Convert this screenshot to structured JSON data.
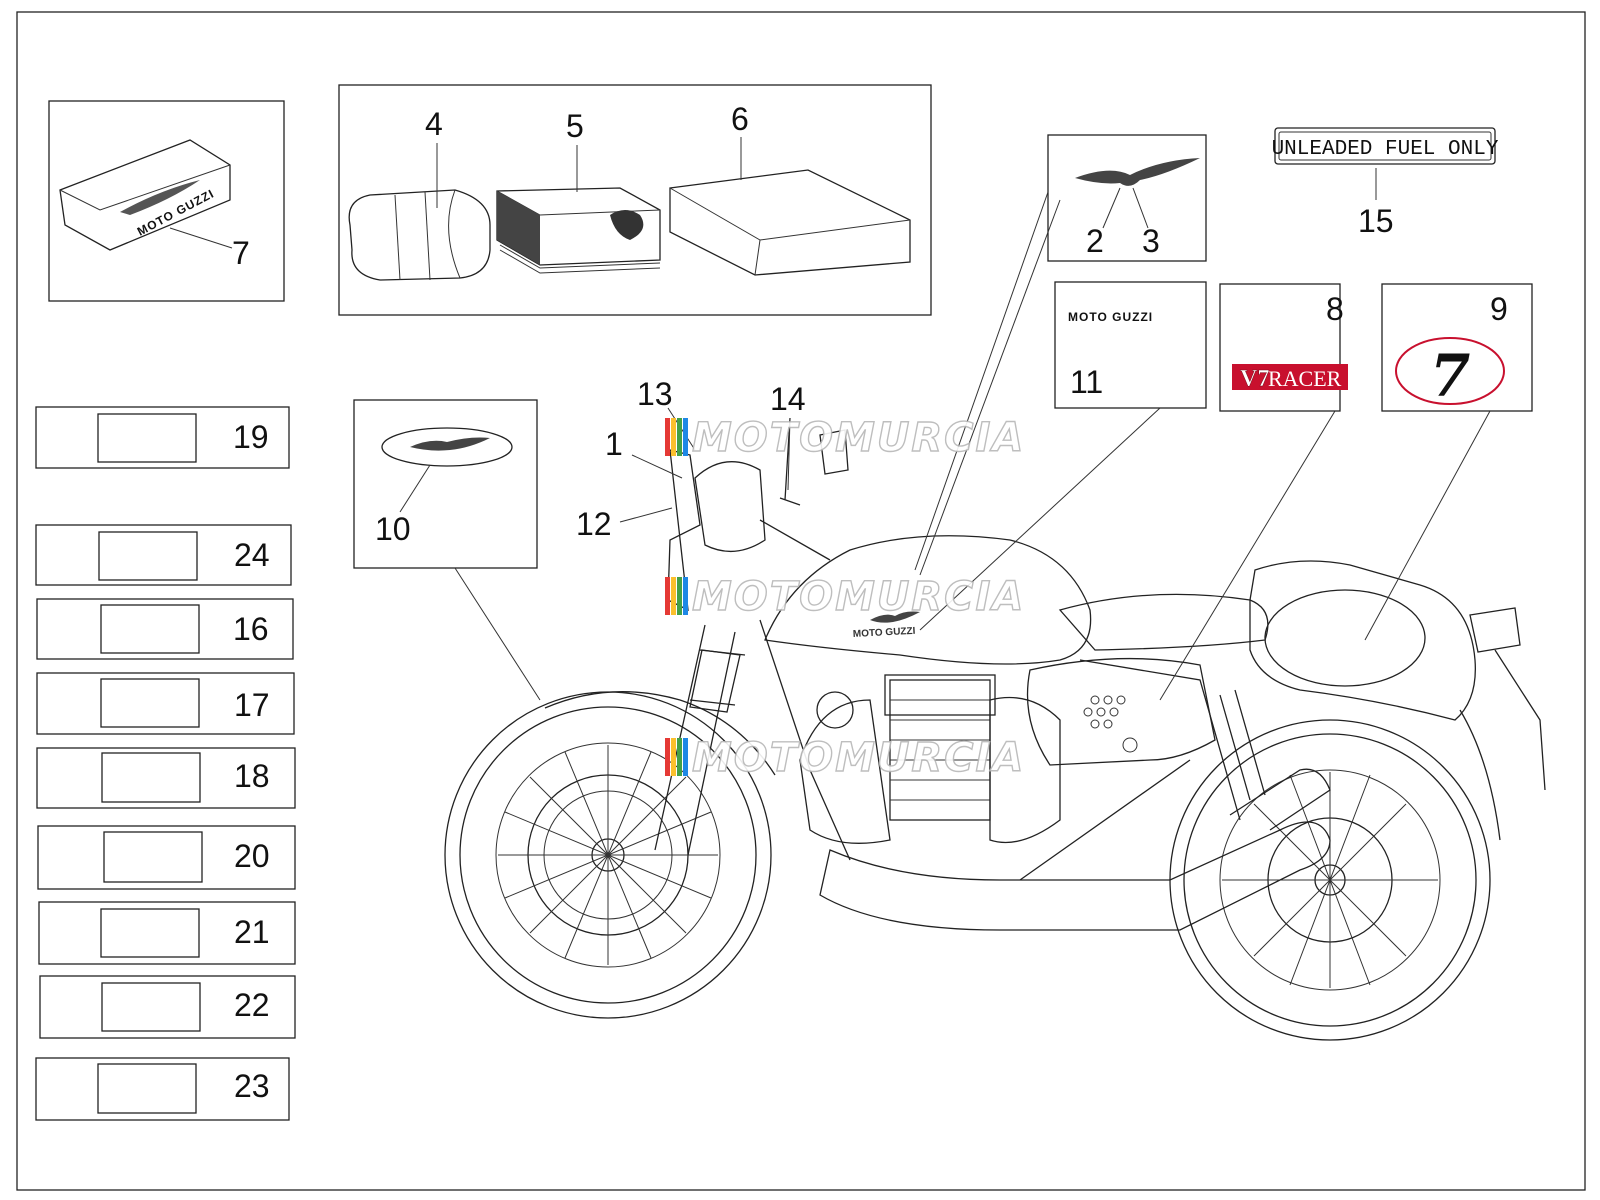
{
  "callouts": {
    "c1": "1",
    "c2": "2",
    "c3": "3",
    "c4": "4",
    "c5": "5",
    "c6": "6",
    "c7": "7",
    "c8": "8",
    "c9": "9",
    "c10": "10",
    "c11": "11",
    "c12": "12",
    "c13": "13",
    "c14": "14",
    "c15": "15"
  },
  "labels": {
    "fuel_plate": "UNLEADED FUEL ONLY",
    "racer_decal": "RACER",
    "racer_v": "V7",
    "number_decal": "7",
    "moto_guzzi_text": "MOTO GUZZI",
    "tank_text": "MOTO GUZZI"
  },
  "plates": [
    "19",
    "24",
    "16",
    "17",
    "18",
    "20",
    "21",
    "22",
    "23"
  ],
  "watermark": "MOTOMURCIA",
  "icons": {
    "eagle": "moto-guzzi-eagle-icon",
    "toolkit": "tool-roll-icon",
    "manual": "owner-manual-icon",
    "pouch": "document-pouch-icon"
  },
  "colors": {
    "line": "#222222",
    "racer_red": "#c8102e",
    "watermark_stripes": [
      "#e53935",
      "#fbc02d",
      "#43a047",
      "#1e88e5"
    ]
  }
}
